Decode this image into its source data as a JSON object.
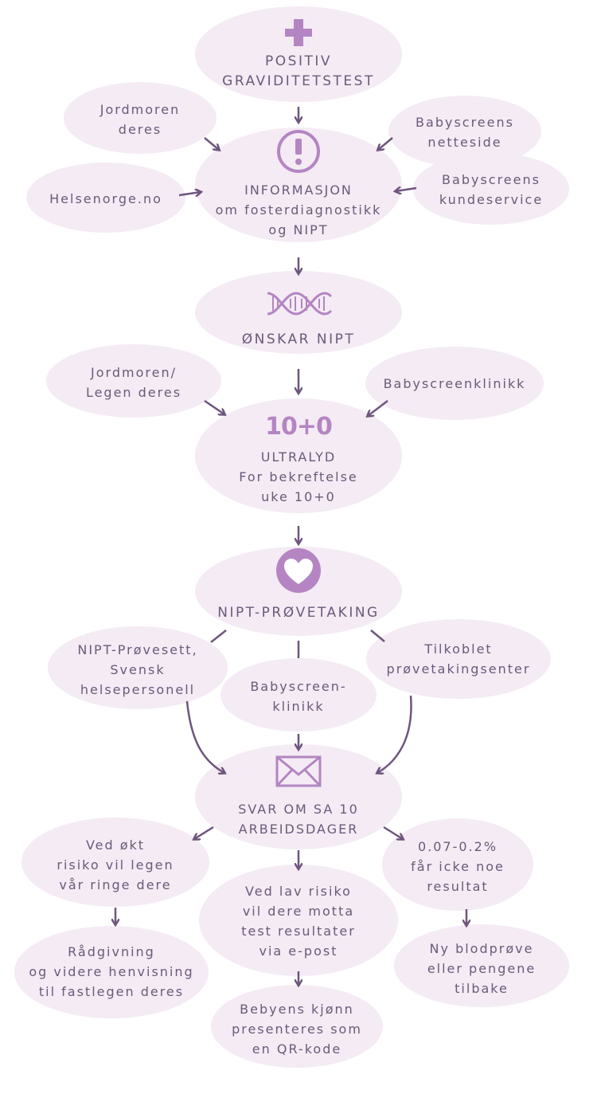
{
  "nodes": {
    "positiv": [
      "POSITIV",
      "GRAVIDITETSTEST"
    ],
    "jordmoren": [
      "Jordmoren",
      "deres"
    ],
    "babyscreens_nett": [
      "Babyscreens",
      "netteside"
    ],
    "helsenorge": [
      "Helsenorge.no"
    ],
    "babyscreens_kunde": [
      "Babyscreens",
      "kundeservice"
    ],
    "informasjon": [
      "INFORMASJON",
      "om fosterdiagnostikk",
      "og NIPT"
    ],
    "onskar": [
      "ØNSKAR NIPT"
    ],
    "jordmoren_legen": [
      "Jordmoren/",
      "Legen deres"
    ],
    "babyscreenklinikk": [
      "Babyscreenklinikk"
    ],
    "ultralyd_icon_text": "10+0",
    "ultralyd": [
      "ULTRALYD",
      "For bekreftelse",
      "uke 10+0"
    ],
    "provetaking": [
      "NIPT-PRØVETAKING"
    ],
    "provesett": [
      "NIPT-Prøvesett,",
      "Svensk",
      "helsepersonell"
    ],
    "babyscreen_klinikk": [
      "Babyscreen-",
      "klinikk"
    ],
    "tilkoblet": [
      "Tilkoblet",
      "prøvetakingsenter"
    ],
    "svar": [
      "SVAR OM SA 10",
      "ARBEIDSDAGER"
    ],
    "okt_risiko": [
      "Ved økt",
      "risiko vil legen",
      "vår ringe dere"
    ],
    "lav_risiko": [
      "Ved lav risiko",
      "vil dere motta",
      "test resultater",
      "via e-post"
    ],
    "ingen_resultat": [
      "0.07-0.2%",
      "får icke noe",
      "resultat"
    ],
    "radgivning": [
      "Rådgivning",
      "og videre henvisning",
      "til fastlegen deres"
    ],
    "kjonn": [
      "Bebyens kjønn",
      "presenteres som",
      "en QR-kode"
    ],
    "ny_blodprove": [
      "Ny blodprøve",
      "eller pengene",
      "tilbake"
    ]
  },
  "icons": {
    "positiv": "plus-icon",
    "informasjon": "exclamation-icon",
    "onskar": "dna-icon",
    "provetaking": "heart-icon",
    "svar": "envelope-icon"
  },
  "colors": {
    "bubble": "#f4ebf4",
    "icon": "#b485c2",
    "text": "#6b5a7a",
    "arrow": "#6e557e"
  }
}
